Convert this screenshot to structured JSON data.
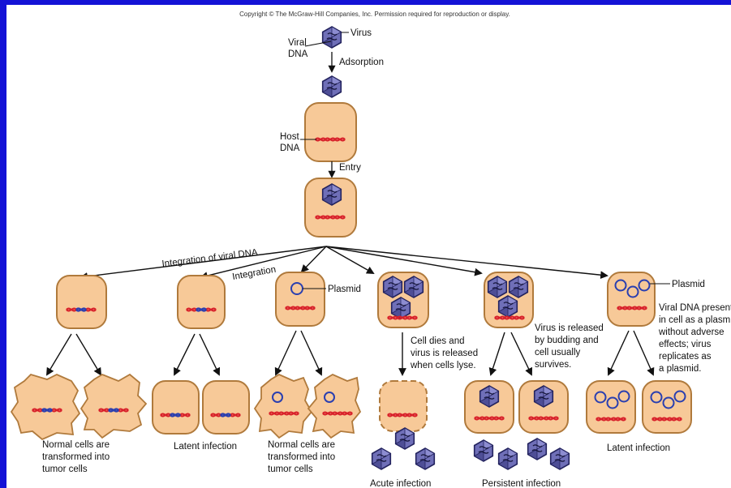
{
  "copyright": "Copyright © The McGraw-Hill Companies, Inc. Permission required for reproduction or display.",
  "top": {
    "virus": "Virus",
    "viral_dna_1": "Viral",
    "viral_dna_2": "DNA",
    "adsorption": "Adsorption",
    "host_dna_1": "Host",
    "host_dna_2": "DNA",
    "entry": "Entry",
    "integration_viral": "Integration of viral DNA",
    "integration": "Integration"
  },
  "branches": {
    "plasmid_1": "Plasmid",
    "plasmid_2": "Plasmid",
    "lysis_1": "Cell dies and",
    "lysis_2": "virus is released",
    "lysis_3": "when cells lyse.",
    "budding_1": "Virus is released",
    "budding_2": "by budding and",
    "budding_3": "cell usually",
    "budding_4": "survives.",
    "plasmid_note_1": "Viral DNA present",
    "plasmid_note_2": "in cell as a plasmid",
    "plasmid_note_3": "without adverse",
    "plasmid_note_4": "effects; virus",
    "plasmid_note_5": "replicates as",
    "plasmid_note_6": "a plasmid."
  },
  "outcomes": {
    "transform_a_1": "Normal cells are",
    "transform_a_2": "transformed into",
    "transform_a_3": "tumor cells",
    "latent_a": "Latent infection",
    "transform_b_1": "Normal cells are",
    "transform_b_2": "transformed into",
    "transform_b_3": "tumor cells",
    "acute": "Acute infection",
    "persistent": "Persistent infection",
    "latent_b": "Latent infection"
  },
  "colors": {
    "border": "#1412d6",
    "cell_fill": "#f7c998",
    "cell_stroke": "#b07a3c",
    "dna_red": "#d8202a",
    "dna_blue": "#2a3fb0",
    "virus_fill": "#6f6fb8"
  }
}
